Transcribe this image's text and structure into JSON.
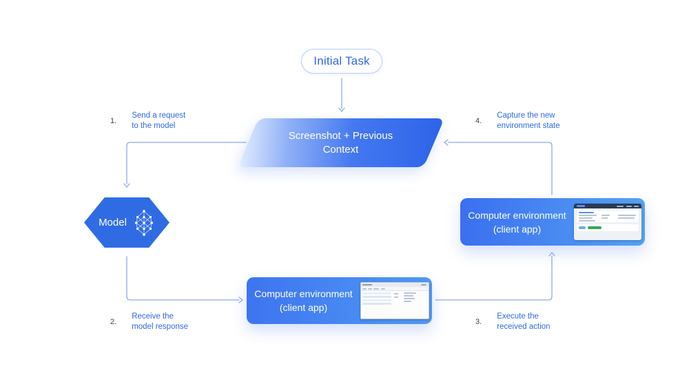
{
  "colors": {
    "accent_blue": "#2d68e8",
    "connector_blue": "#8ea9ef",
    "model_hexagon_fill": "#2f6ce4",
    "env_box_gradient": [
      "#3b6ff0",
      "#55a2f2"
    ],
    "parallelogram_gradient": [
      "#e4edfe",
      "#2d63e9"
    ],
    "pill_border": "#b7cdf8",
    "thumbnail_navbar_navy": "#2b3a54",
    "thumbnail_green": "#34a853",
    "step_number_gray": "#3b4149"
  },
  "initial_task": {
    "label": "Initial Task"
  },
  "screenshot_node": {
    "label": "Screenshot + Previous\nContext"
  },
  "model_node": {
    "label": "Model",
    "icon": "neural-network-icon"
  },
  "env_right_node": {
    "label": "Computer environment\n(client app)",
    "thumbnail": "web-app-screenshot"
  },
  "env_bottom_node": {
    "label": "Computer environment\n(client app)",
    "thumbnail": "desktop-window-screenshot"
  },
  "steps": [
    {
      "number": "1.",
      "label": "Send a request\nto the model"
    },
    {
      "number": "2.",
      "label": "Receive the\nmodel response"
    },
    {
      "number": "3.",
      "label": "Execute the\nreceived action"
    },
    {
      "number": "4.",
      "label": "Capture the new\nenvironment state"
    }
  ]
}
